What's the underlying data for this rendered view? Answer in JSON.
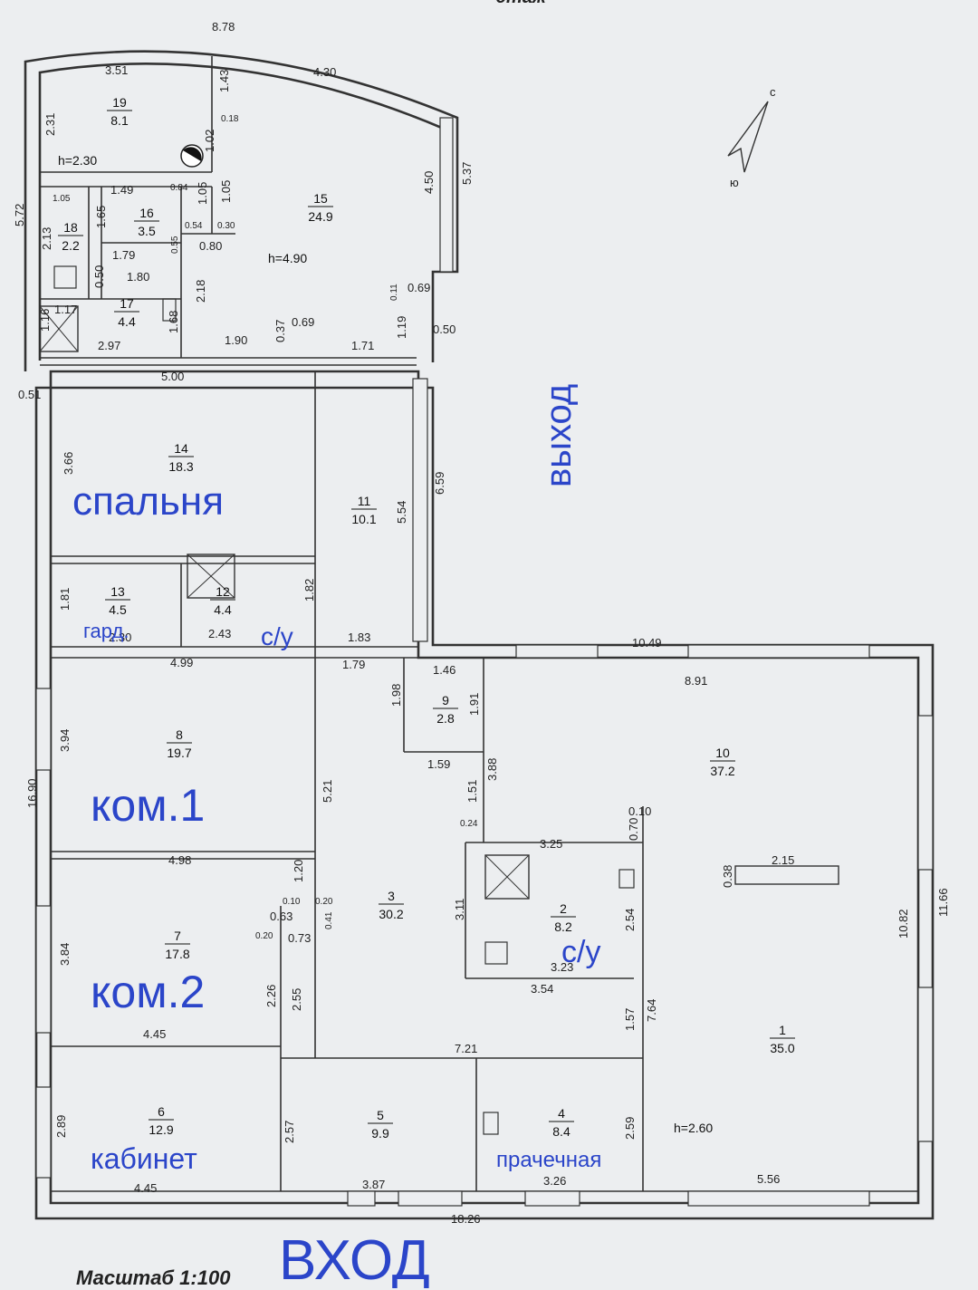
{
  "header": {
    "floor_fragment": "этаж"
  },
  "footer": {
    "scale": "Масштаб 1:100"
  },
  "compass": {
    "north": "с",
    "south": "ю"
  },
  "labels": {
    "entrance": "ВХОД",
    "exit": "выход",
    "bedroom": "спальня",
    "room1": "ком.1",
    "room2": "ком.2",
    "office": "кабинет",
    "wardrobe": "гард.",
    "wc1": "с/у",
    "wc2": "с/у",
    "laundry": "прачечная"
  },
  "rooms": [
    {
      "id": "r19",
      "num": "19",
      "area": "8.1"
    },
    {
      "id": "r18",
      "num": "18",
      "area": "2.2"
    },
    {
      "id": "r16",
      "num": "16",
      "area": "3.5"
    },
    {
      "id": "r17",
      "num": "17",
      "area": "4.4"
    },
    {
      "id": "r15",
      "num": "15",
      "area": "24.9"
    },
    {
      "id": "r14",
      "num": "14",
      "area": "18.3"
    },
    {
      "id": "r13",
      "num": "13",
      "area": "4.5"
    },
    {
      "id": "r12",
      "num": "12",
      "area": "4.4"
    },
    {
      "id": "r11",
      "num": "11",
      "area": "10.1"
    },
    {
      "id": "r9",
      "num": "9",
      "area": "2.8"
    },
    {
      "id": "r10",
      "num": "10",
      "area": "37.2"
    },
    {
      "id": "r8",
      "num": "8",
      "area": "19.7"
    },
    {
      "id": "r7",
      "num": "7",
      "area": "17.8"
    },
    {
      "id": "r3",
      "num": "3",
      "area": "30.2"
    },
    {
      "id": "r2",
      "num": "2",
      "area": "8.2"
    },
    {
      "id": "r1",
      "num": "1",
      "area": "35.0"
    },
    {
      "id": "r6",
      "num": "6",
      "area": "12.9"
    },
    {
      "id": "r5",
      "num": "5",
      "area": "9.9"
    },
    {
      "id": "r4",
      "num": "4",
      "area": "8.4"
    }
  ],
  "heights": [
    "h=2.30",
    "h=4.90",
    "h=2.60"
  ],
  "dimensions": [
    "8.78",
    "3.51",
    "4.30",
    "2.31",
    "1.43",
    "0.18",
    "1.02",
    "5.72",
    "1.05",
    "1.49",
    "0.84",
    "1.05",
    "1.05",
    "2.13",
    "1.65",
    "0.55",
    "0.54",
    "0.30",
    "0.80",
    "4.50",
    "5.37",
    "1.79",
    "1.80",
    "0.50",
    "2.18",
    "0.11",
    "0.69",
    "1.17",
    "1.16",
    "2.97",
    "1.68",
    "1.90",
    "0.37",
    "0.69",
    "1.71",
    "1.19",
    "0.50",
    "0.51",
    "5.00",
    "3.66",
    "5.54",
    "6.59",
    "1.81",
    "1.82",
    "2.30",
    "2.43",
    "1.83",
    "10.49",
    "4.99",
    "1.79",
    "1.46",
    "8.91",
    "1.98",
    "1.91",
    "3.94",
    "1.59",
    "3.88",
    "16.90",
    "5.21",
    "1.51",
    "0.24",
    "0.10",
    "0.70",
    "4.98",
    "3.25",
    "1.20",
    "0.38",
    "2.15",
    "10.82",
    "11.66",
    "0.10",
    "0.20",
    "0.41",
    "3.11",
    "2.54",
    "3.84",
    "0.63",
    "0.20",
    "0.73",
    "3.23",
    "2.26",
    "2.55",
    "3.54",
    "7.64",
    "1.57",
    "4.45",
    "7.21",
    "2.89",
    "2.57",
    "2.59",
    "4.45",
    "3.87",
    "3.26",
    "5.56",
    "18.26"
  ]
}
